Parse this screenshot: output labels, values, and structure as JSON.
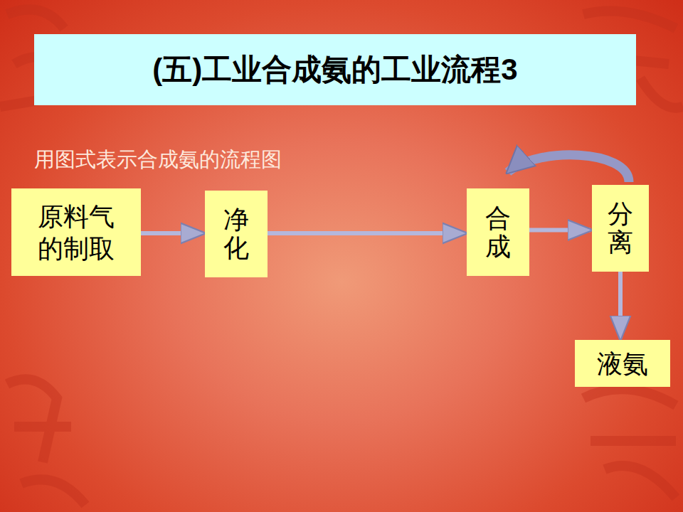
{
  "diagram": {
    "title": "(五)工业合成氨的工业流程3",
    "nodes": [
      {
        "text": [
          "原料气 的制取"
        ]
      },
      {
        "text": [
          "净化"
        ]
      },
      {
        "text": [
          "合成"
        ]
      },
      {
        "text": [
          "分离"
        ]
      },
      {
        "text": [
          "液氨"
        ]
      }
    ],
    "edges": [
      {
        "from": 0,
        "to": 1,
        "arrow": "to"
      },
      {
        "from": 1,
        "to": 2,
        "arrow": "to"
      },
      {
        "from": 2,
        "to": 3,
        "arrow": "to"
      },
      {
        "from": 3,
        "to": 2,
        "arrow": "to"
      },
      {
        "from": 3,
        "to": 4,
        "arrow": "to"
      }
    ],
    "labels": [
      "用图式表示合成氨的流程图"
    ]
  }
}
